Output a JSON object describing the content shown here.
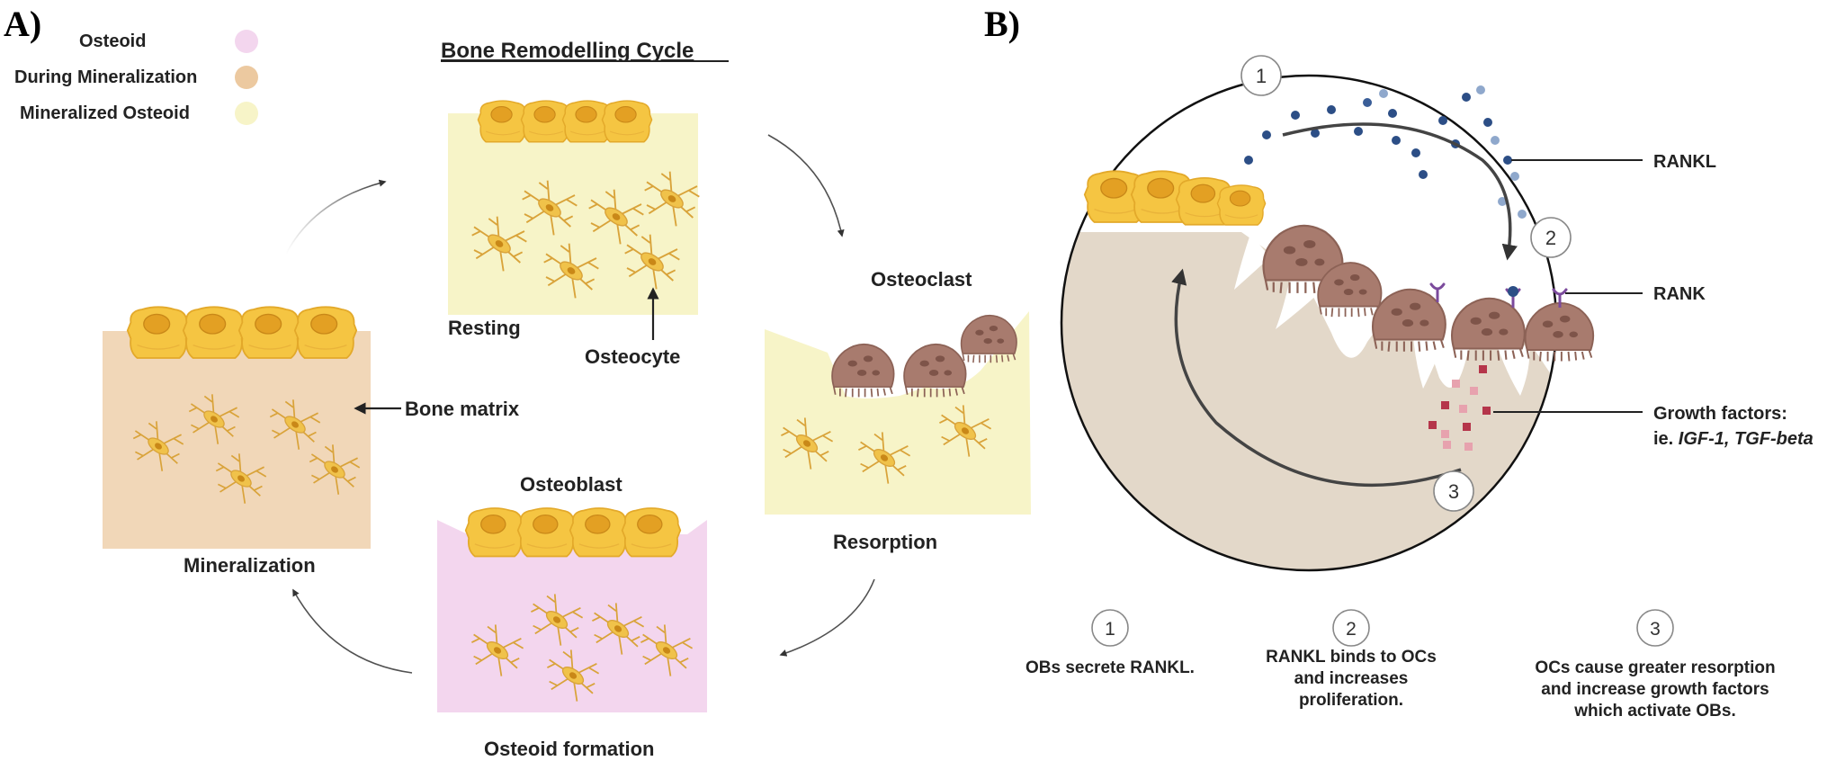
{
  "panel_a": {
    "letter": "A)",
    "title": "Bone Remodelling Cycle",
    "legend": [
      {
        "label": "Osteoid",
        "color": "#f3d6ee"
      },
      {
        "label": "During Mineralization",
        "color": "#ecc9a0"
      },
      {
        "label": "Mineralized Osteoid",
        "color": "#f7f4c8"
      }
    ],
    "stages": {
      "resting": "Resting",
      "resorption": "Resorption",
      "osteoid_formation": "Osteoid formation",
      "mineralization": "Mineralization"
    },
    "cells": {
      "osteoclast": "Osteoclast",
      "osteoblast": "Osteoblast",
      "osteocyte": "Osteocyte",
      "bone_matrix": "Bone matrix"
    }
  },
  "panel_b": {
    "letter": "B)",
    "labels": {
      "rankl": "RANKL",
      "rank": "RANK",
      "growth_factors_line1": "Growth factors:",
      "growth_factors_prefix": "ie. ",
      "growth_factors_examples": "IGF-1, TGF-beta"
    },
    "step_numbers": [
      "1",
      "2",
      "3"
    ],
    "steps": [
      {
        "number": "1",
        "lines": [
          "OBs secrete RANKL."
        ]
      },
      {
        "number": "2",
        "lines": [
          "RANKL binds to OCs",
          "and increases",
          "proliferation."
        ]
      },
      {
        "number": "3",
        "lines": [
          "OCs cause greater resorption",
          "and increase growth factors",
          "which activate OBs."
        ]
      }
    ]
  },
  "colors": {
    "osteoblast": "#f5c542",
    "osteoclast": "#a87b6e",
    "rankl": "#2c4e86",
    "rank": "#7b4a9c",
    "growth_factor": "#b5354a",
    "bone_tan": "#e3d8c9"
  }
}
